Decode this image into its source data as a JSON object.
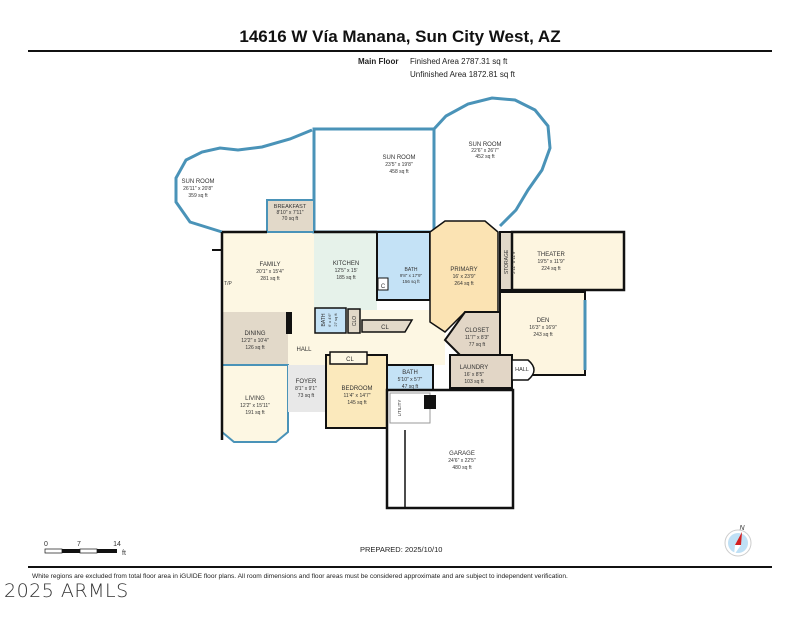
{
  "title": "14616 W Vía Manana, Sun City West, AZ",
  "floor": {
    "name": "Main Floor",
    "finished": "Finished Area 2787.31 sq ft",
    "unfinished": "Unfinished Area 1872.81 sq ft"
  },
  "rooms": {
    "sunroom_left": {
      "name": "SUN ROOM",
      "dims": "26'11\" x 20'8\"",
      "area": "359 sq ft"
    },
    "sunroom_center": {
      "name": "SUN ROOM",
      "dims": "23'5\" x 19'8\"",
      "area": "458 sq ft"
    },
    "sunroom_right": {
      "name": "SUN ROOM",
      "dims": "22'6\" x 26'7\"",
      "area": "452 sq ft"
    },
    "breakfast": {
      "name": "BREAKFAST",
      "dims": "8'10\" x 7'11\"",
      "area": "70 sq ft"
    },
    "family": {
      "name": "FAMILY",
      "dims": "20'1\" x 15'4\"",
      "area": "281 sq ft"
    },
    "kitchen": {
      "name": "KITCHEN",
      "dims": "12'5\" x 15'",
      "area": "185 sq ft"
    },
    "bath_primary": {
      "name": "BATH",
      "dims": "9'8\" x 17'9\"",
      "area": "156 sq ft"
    },
    "primary": {
      "name": "PRIMARY",
      "dims": "16' x 23'9\"",
      "area": "264 sq ft"
    },
    "storage": {
      "name": "STORAGE",
      "dims": "3'11\" x 11'9\""
    },
    "theater": {
      "name": "THEATER",
      "dims": "19'5\" x 11'9\"",
      "area": "224 sq ft"
    },
    "den": {
      "name": "DEN",
      "dims": "16'3\" x 16'9\"",
      "area": "243 sq ft"
    },
    "closet": {
      "name": "CLOSET",
      "dims": "11'7\" x 8'3\"",
      "area": "77 sq ft"
    },
    "laundry": {
      "name": "LAUNDRY",
      "dims": "16' x 8'5\"",
      "area": "103 sq ft"
    },
    "hall_right": {
      "name": "HALL"
    },
    "dining": {
      "name": "DINING",
      "dims": "12'2\" x 10'4\"",
      "area": "126 sq ft"
    },
    "hall": {
      "name": "HALL"
    },
    "living": {
      "name": "LIVING",
      "dims": "12'2\" x 15'11\"",
      "area": "191 sq ft"
    },
    "foyer": {
      "name": "FOYER",
      "dims": "8'1\" x 9'1\"",
      "area": "73 sq ft"
    },
    "bedroom": {
      "name": "BEDROOM",
      "dims": "11'4\" x 14'7\"",
      "area": "145 sq ft"
    },
    "bath_small": {
      "name": "BATH",
      "dims": "5'10\" x 5'7\"",
      "area": "47 sq ft"
    },
    "bath_kitchen": {
      "name": "BATH",
      "dims": "6' x 4'6\"",
      "area": "27 sq ft"
    },
    "clo": {
      "name": "CLO"
    },
    "cl_upper": {
      "name": "CL"
    },
    "cl_bedroom": {
      "name": "CL"
    },
    "c": {
      "name": "C"
    },
    "utility": {
      "name": "UTILITY"
    },
    "tp": {
      "name": "T/P"
    },
    "garage": {
      "name": "GARAGE",
      "dims": "24'6\" x 22'5\"",
      "area": "480 sq ft"
    }
  },
  "scale": {
    "ticks": [
      "0",
      "7",
      "14"
    ],
    "unit": "ft"
  },
  "prepared": "PREPARED: 2025/10/10",
  "compass": {
    "label": "N",
    "icon": "compass-icon",
    "needle_color": "#d32020",
    "dial_color": "#bfe0f5"
  },
  "colors": {
    "exterior_wall": "#4a93b8",
    "wall": "#111111",
    "beige": "#e2d9c9",
    "cream": "#fdf7e3",
    "blue": "#c4e2f6",
    "green": "#e6f2ea",
    "primary": "#fbe3b3"
  },
  "disclaimer": "White regions are excluded from total floor area in iGUIDE floor plans. All room dimensions and floor areas must be considered approximate and are subject to independent verification.",
  "watermark": "2025 ARMLS"
}
